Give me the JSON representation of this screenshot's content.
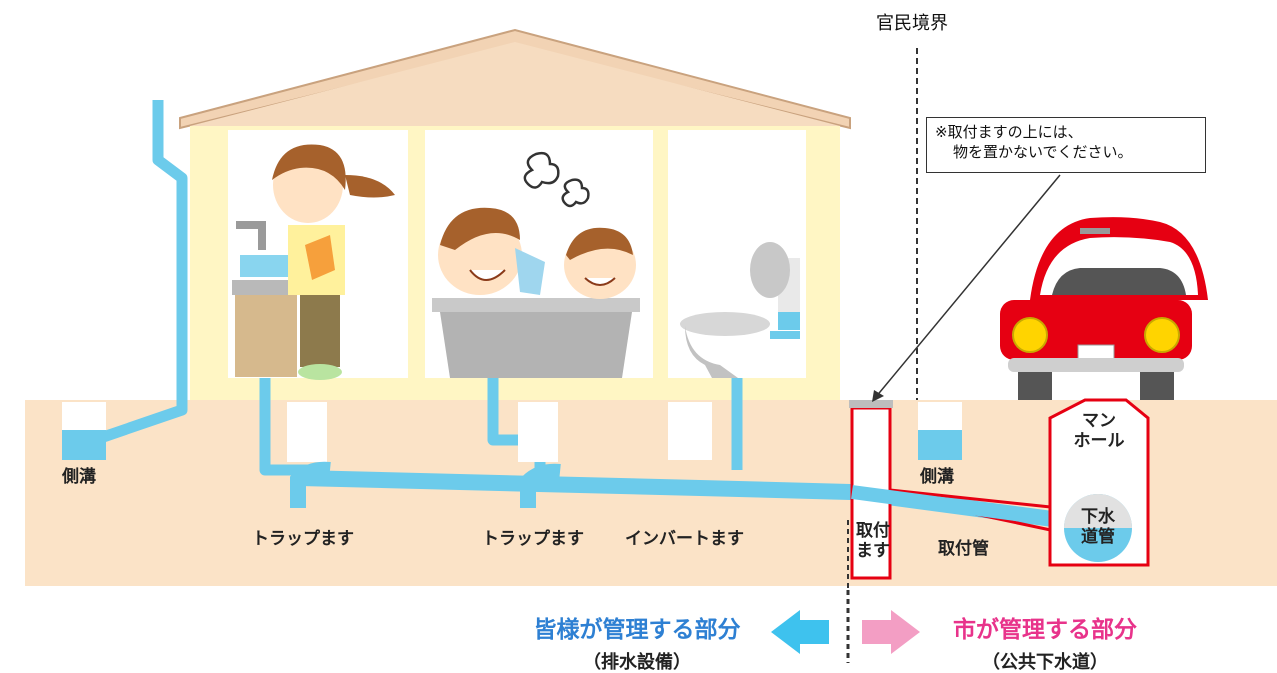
{
  "labels": {
    "boundary": "官民境界",
    "note_line1": "※取付ますの上には、",
    "note_line2": "物を置かないでください。",
    "ditch_left": "側溝",
    "ditch_right": "側溝",
    "trap1": "トラップます",
    "trap2": "トラップます",
    "invert": "インバートます",
    "manhole": "マン\nホール",
    "sewer_main": "下水\n道管",
    "attach_box": "取付\nます",
    "attach_pipe": "取付管"
  },
  "responsibility": {
    "left_title": "皆様が管理する部分",
    "left_sub": "（排水設備）",
    "right_title": "市が管理する部分",
    "right_sub": "（公共下水道）"
  },
  "colors": {
    "ground": "#fbe3c7",
    "pipe": "#6ccbeb",
    "wall": "#fff6c4",
    "roof": "#f2d3b4",
    "roof_edge": "#c9a27e",
    "public_red": "#e60012",
    "left_blue": "#2e80d3",
    "right_pink": "#e8338b",
    "arrow_left": "#3ec2ee",
    "arrow_right": "#f39ec4"
  }
}
